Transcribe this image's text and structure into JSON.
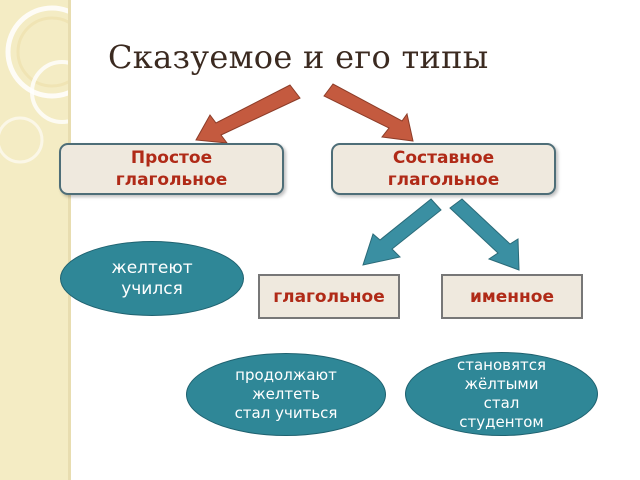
{
  "title": "Сказуемое и его типы",
  "boxes": {
    "simple": "Простое\nглагольное",
    "compound": "Составное\nглагольное",
    "verbal": "глагольное",
    "nominal": "именное"
  },
  "examples": {
    "simple": "желтеют\nучился",
    "verbal": "продолжают\nжелтеть\nстал учиться",
    "nominal": "становятся\nжёлтыми\nстал\nстудентом"
  },
  "colors": {
    "top_arrows": "#c45a3f",
    "bottom_arrows": "#3a8fa2",
    "box_text": "#b02a17",
    "ellipse_fill": "#2f8797",
    "sidebar": "#f4ecc4"
  }
}
